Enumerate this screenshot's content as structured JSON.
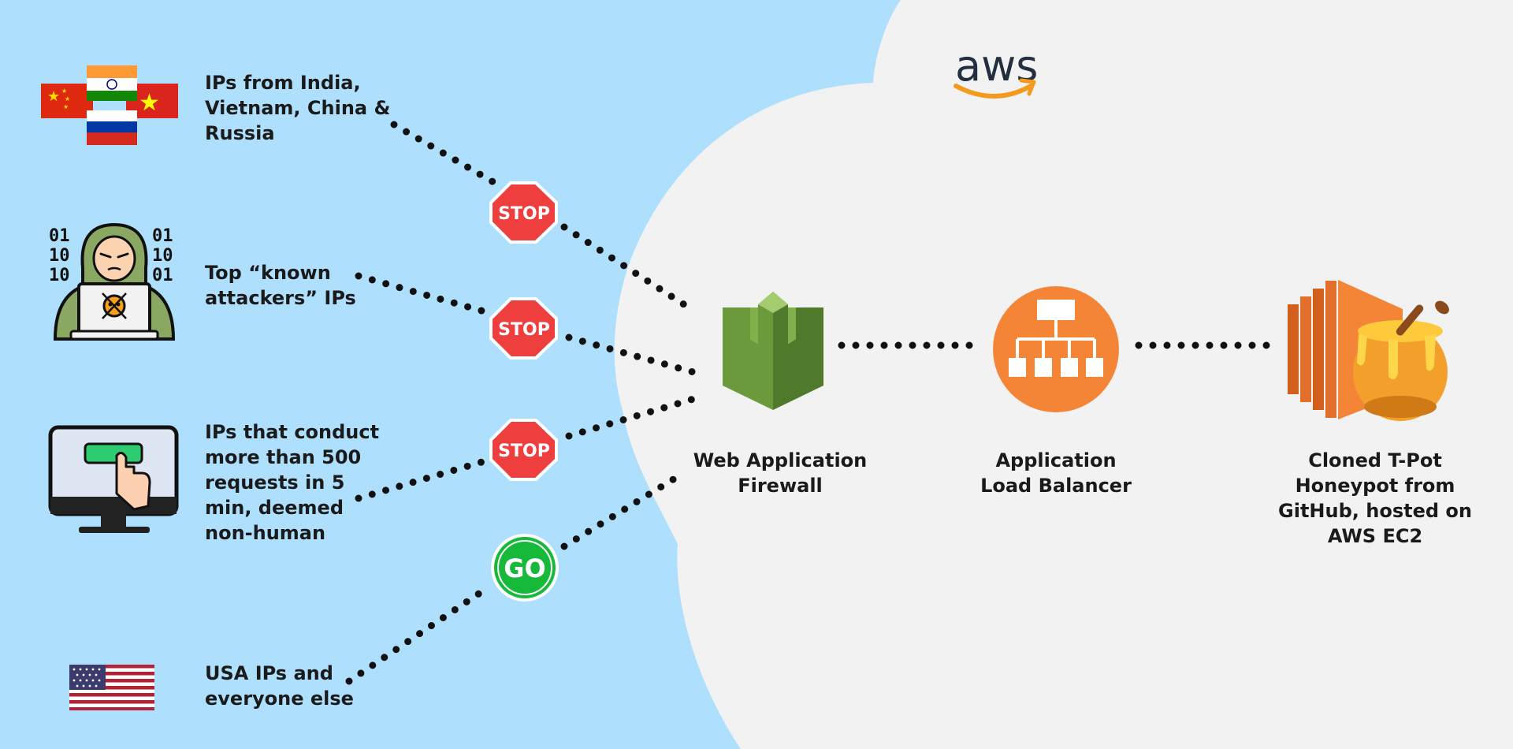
{
  "aws_logo": {
    "text": "aws"
  },
  "sources": [
    {
      "icon": "flags-icon",
      "lines": [
        "IPs from India,",
        "Vietnam, China &",
        "Russia"
      ],
      "decision": "STOP"
    },
    {
      "icon": "hacker-icon",
      "lines": [
        "Top “known",
        "attackers” IPs"
      ],
      "decision": "STOP"
    },
    {
      "icon": "monitor-click-icon",
      "lines": [
        "IPs that conduct",
        "more than 500",
        "requests in 5",
        "min, deemed",
        "non-human"
      ],
      "decision": "STOP"
    },
    {
      "icon": "usa-flag-icon",
      "lines": [
        "USA IPs and",
        "everyone else"
      ],
      "decision": "GO"
    }
  ],
  "nodes": [
    {
      "icon": "waf-icon",
      "lines": [
        "Web Application",
        "Firewall"
      ]
    },
    {
      "icon": "load-balancer-icon",
      "lines": [
        "Application",
        "Load Balancer"
      ]
    },
    {
      "icon": "honeypot-icon",
      "lines": [
        "Cloned T-Pot",
        "Honeypot from",
        "GitHub, hosted on",
        "AWS EC2"
      ]
    }
  ],
  "colors": {
    "sky": "#aee0fd",
    "cloud": "#f2f2f2",
    "stop_red": "#ee3e3e",
    "go_green": "#16b93a",
    "aws_orange": "#f39a1f",
    "lb_orange": "#f58536",
    "waf_green": "#5b8a35"
  }
}
